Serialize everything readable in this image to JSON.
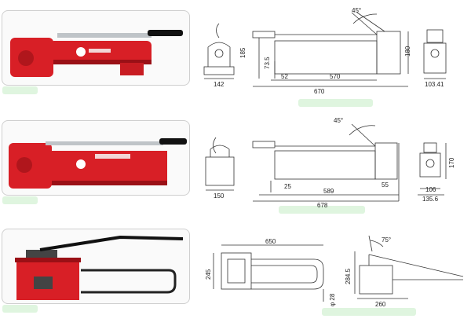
{
  "colors": {
    "pump_red": "#d81f26",
    "pump_dark": "#9a1016",
    "handle": "#111111",
    "metal": "#bfc4c8",
    "line": "#333333",
    "strip": "#dff5df"
  },
  "row1": {
    "front": {
      "width": "142",
      "height": "185"
    },
    "side": {
      "angle": "45°",
      "height_73": "73.5",
      "dim_52": "52",
      "dim_570": "570",
      "dim_670": "670",
      "dim_180": "180"
    },
    "end": {
      "width": "103.41"
    }
  },
  "row2": {
    "front": {
      "width": "150"
    },
    "side": {
      "angle": "45°",
      "dim_25": "25",
      "dim_589": "589",
      "dim_678": "678",
      "dim_55": "55"
    },
    "end": {
      "height": "170",
      "inner": "106",
      "outer": "135.6"
    }
  },
  "row3": {
    "top": {
      "length": "650",
      "height": "245",
      "dia": "φ 28"
    },
    "side": {
      "angle": "75°",
      "height": "284.5",
      "base": "260"
    }
  }
}
